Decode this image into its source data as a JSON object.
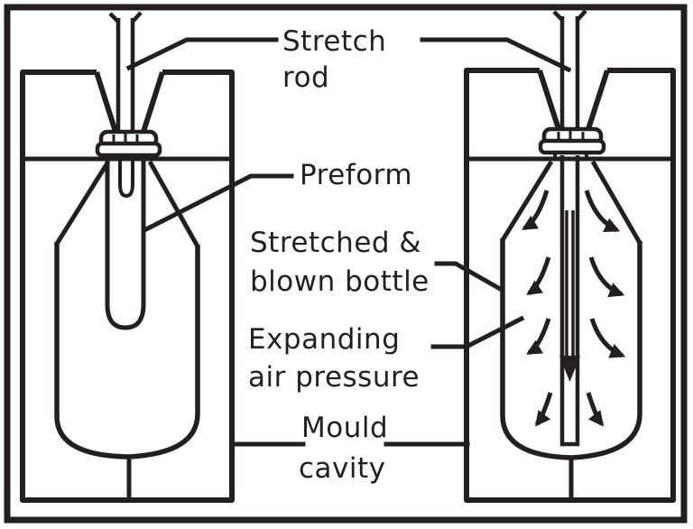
{
  "figure": {
    "background_color": "#ffffff",
    "line_color": "#231f20",
    "labels": {
      "stretch_rod": {
        "line1": "Stretch",
        "line2": "rod"
      },
      "preform": {
        "line1": "Preform"
      },
      "stretched_blown_bottle": {
        "line1": "Stretched &",
        "line2": "blown bottle"
      },
      "expanding_air_pressure": {
        "line1": "Expanding",
        "line2": "air pressure"
      },
      "mould_cavity": {
        "line1": "Mould",
        "line2": "cavity"
      }
    }
  }
}
